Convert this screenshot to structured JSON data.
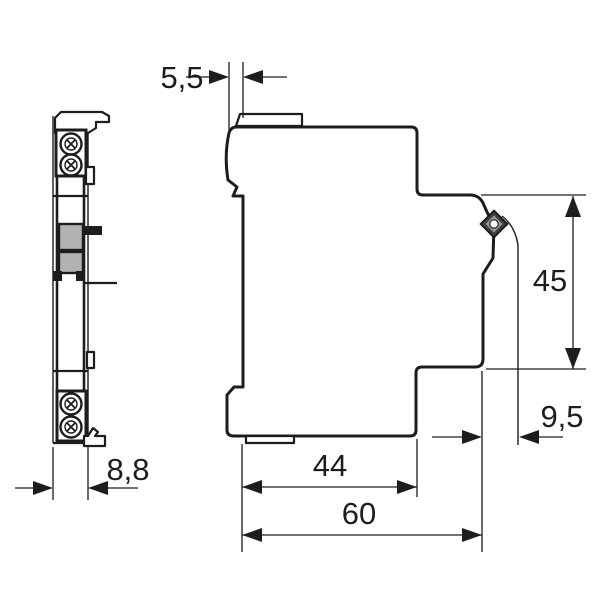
{
  "drawing": {
    "dimensions": {
      "clip_depth": {
        "label": "5,5"
      },
      "module_width": {
        "label": "8,8"
      },
      "body_depth": {
        "label": "44"
      },
      "total_depth": {
        "label": "60"
      },
      "front_height": {
        "label": "45"
      },
      "rear_projection": {
        "label": "9,5"
      }
    },
    "colors": {
      "line": "#1d1d1b",
      "slider_gray": "#b2b2b2",
      "screw_dark": "#3f3f3f",
      "screw_mid": "#9a9a9a",
      "background": "#ffffff"
    }
  }
}
